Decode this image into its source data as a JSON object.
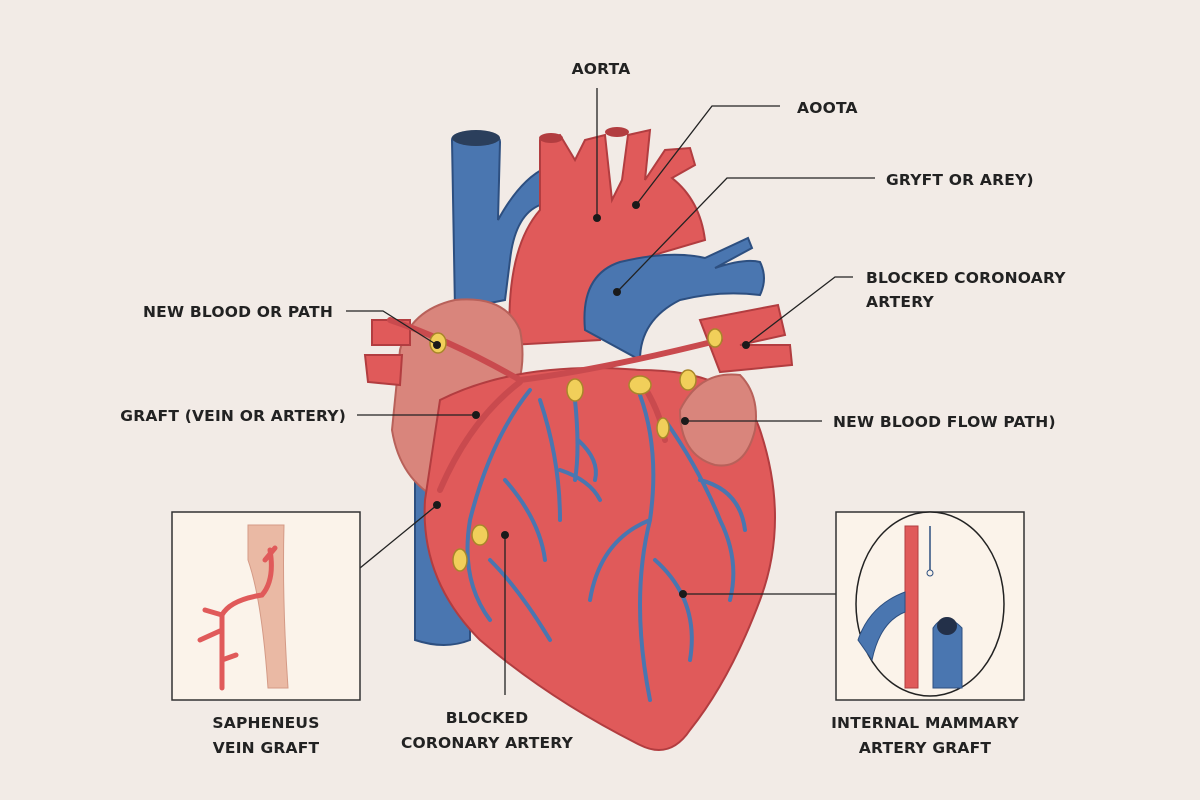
{
  "labels": {
    "aorta_top": "AORTA",
    "aoota": "AOOTA",
    "gryft": "GRYFT OR AREY)",
    "blocked_right_line1": "BLOCKED CORONOARY",
    "blocked_right_line2": "ARTERY",
    "new_blood_or_path": "NEW BLOOD OR PATH",
    "graft_vein_or_artery": "GRAFT (VEIN OR ARTERY)",
    "new_blood_flow_path": "NEW BLOOD FLOW PATH)",
    "saphenous_line1": "SAPHENEUS",
    "saphenous_line2": "VEIN GRAFT",
    "blocked_bottom_line1": "BLOCKED",
    "blocked_bottom_line2": "CORONARY ARTERY",
    "mammary_line1": "INTERNAL MAMMARY",
    "mammary_line2": "ARTERY GRAFT"
  },
  "colors": {
    "background": "#f2ebe6",
    "artery": "#e05a5a",
    "vein": "#4a76b0",
    "atrium": "#d9857c",
    "clip": "#f1cf5a",
    "inset_bg": "#fbf3ea"
  }
}
